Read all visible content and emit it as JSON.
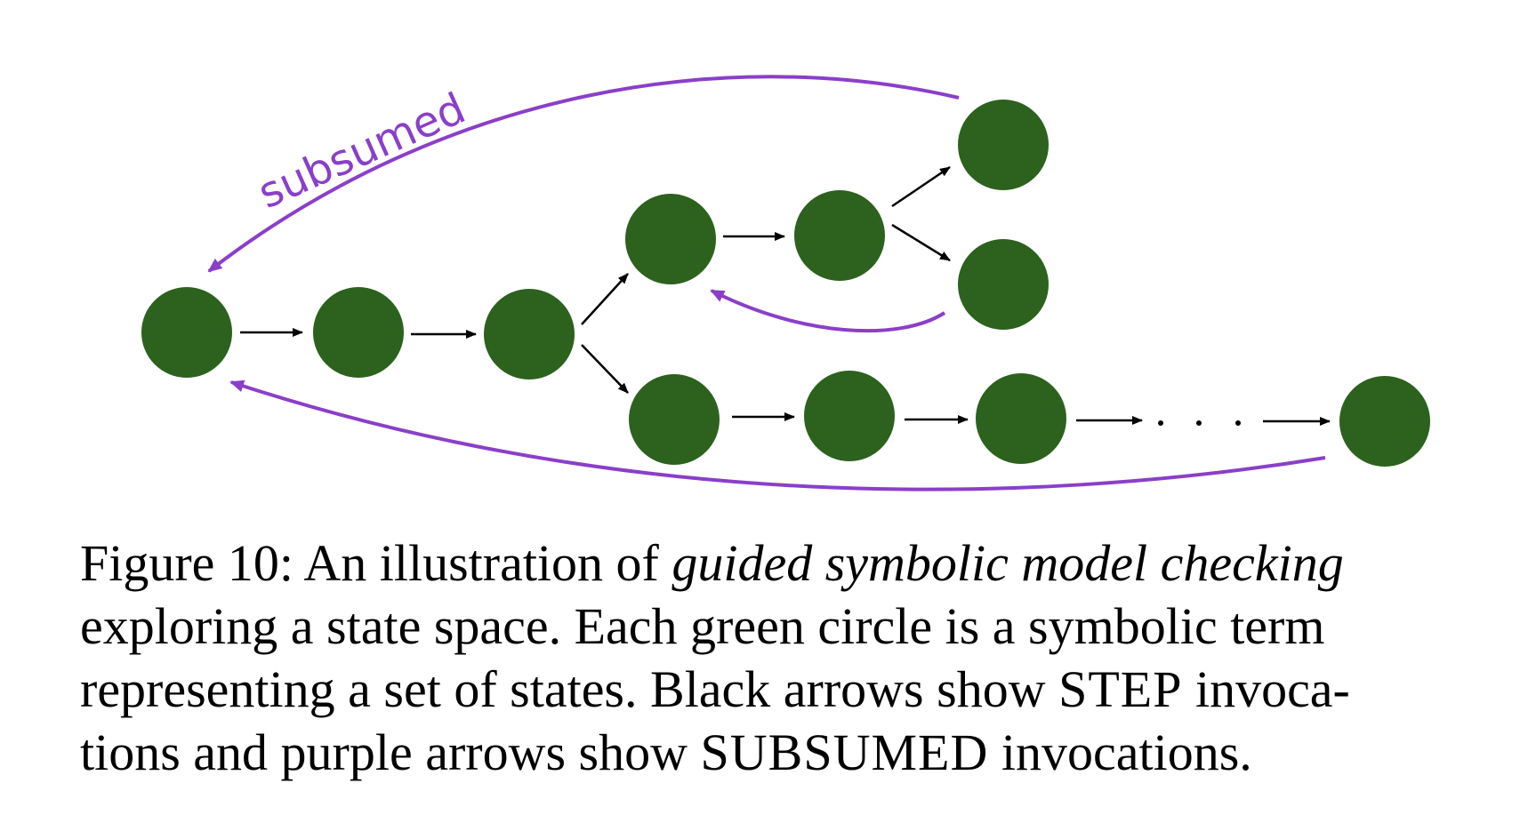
{
  "diagram": {
    "label_subsumed": "subsumed",
    "ellipsis": ". . .",
    "colors": {
      "node": "#2d611e",
      "step_arrow": "#000000",
      "subsumed_arrow": "#8a3fc9"
    }
  },
  "caption": {
    "line1_prefix": "Figure 10: An illustration of ",
    "line1_emph": "guided symbolic model checking",
    "line2": "exploring a state space. Each green circle is a symbolic term",
    "line3_prefix": "representing a set of states. Black arrows show ",
    "line3_sc": "STEP",
    "line3_suffix": " invoca-",
    "line4_prefix": "tions and purple arrows show ",
    "line4_sc": "SUBSUMED",
    "line4_suffix": " invocations."
  }
}
